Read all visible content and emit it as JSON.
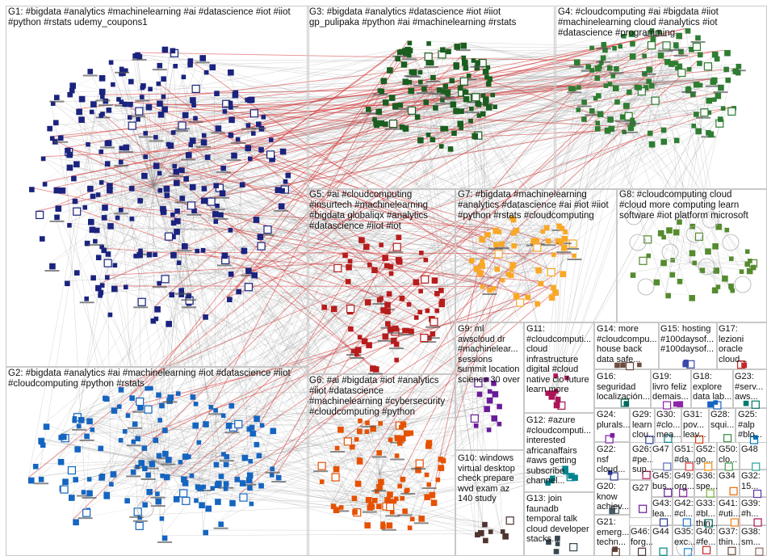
{
  "groups": [
    {
      "id": "G1",
      "label": "G1: #bigdata #analytics #machinelearning #ai #datascience #iot #iiot\n#python #rstats udemy_coupons1",
      "color": "#1a237e"
    },
    {
      "id": "G2",
      "label": "G2: #bigdata #analytics #ai #machinelearning #iot #datascience #iiot\n#cloudcomputing #python #rstats",
      "color": "#1565c0"
    },
    {
      "id": "G3",
      "label": "G3: #bigdata #analytics #datascience #iot #iiot\ngp_pulipaka #python #ai #machinelearning #rstats",
      "color": "#1b5e20"
    },
    {
      "id": "G4",
      "label": "G4: #cloudcomputing #ai #bigdata #iiot\n#machinelearning cloud #analytics #iot\n#datascience #programming",
      "color": "#2e7d32"
    },
    {
      "id": "G5",
      "label": "G5: #ai #cloudcomputing\n#insurtech #machinelearning\n#bigdata globaliqx #analytics\n#datascience #iiot #iot",
      "color": "#b71c1c"
    },
    {
      "id": "G6",
      "label": "G6: #ai #bigdata #iot #analytics\n#iiot #datascience\n#machinelearning #cybersecurity\n#cloudcomputing #python",
      "color": "#e65100"
    },
    {
      "id": "G7",
      "label": "G7: #bigdata #machinelearning\n#analytics #datascience #ai #iot #iiot\n#python #rstats #cloudcomputing",
      "color": "#f9a825"
    },
    {
      "id": "G8",
      "label": "G8: #cloudcomputing cloud\n#cloud more computing learn\nsoftware #iot platform microsoft",
      "color": "#558b2f"
    },
    {
      "id": "G9",
      "label": "G9: ml\nawscloud dr\n#machinelear...\nsessions\nsummit location\nscience 30 over",
      "color": "#6a1b9a"
    },
    {
      "id": "G10",
      "label": "G10: windows\nvirtual desktop\ncheck prepare\nwvd exam az\n140 study",
      "color": "#4e342e"
    },
    {
      "id": "G11",
      "label": "G11:\n#cloudcomputi...\ncloud\ninfrastructure\ndigital #cloud\nnative cio future\nlearn more",
      "color": "#ad1457"
    },
    {
      "id": "G12",
      "label": "G12: #azure\n#cloudcomputi...\ninterested\nafricanaffairs\n#aws getting\nsubscribe\nchannel...",
      "color": "#00838f"
    },
    {
      "id": "G13",
      "label": "G13: join\nfaunadb\ntemporal talk\ncloud developer\nstacks...",
      "color": "#37474f"
    },
    {
      "id": "G14",
      "label": "G14: more\n#cloudcompu...\nhouse back\ndata safe...",
      "color": "#6d4c41"
    },
    {
      "id": "G15",
      "label": "G15: hosting\n#100daysof...\n#100daysof...",
      "color": "#3949ab"
    },
    {
      "id": "G16",
      "label": "G16:\nseguridad\nlocalización...",
      "color": "#00695c"
    },
    {
      "id": "G17",
      "label": "G17:\nlezioni\noracle\ncloud...",
      "color": "#c62828"
    },
    {
      "id": "G18",
      "label": "G18:\nexplore\ndata lab...",
      "color": "#1565c0"
    },
    {
      "id": "G19",
      "label": "G19:\nlivro feliz\ndemais...",
      "color": "#8e24aa"
    },
    {
      "id": "G20",
      "label": "G20:\nknow\nachiev...",
      "color": "#455a64"
    },
    {
      "id": "G21",
      "label": "G21:\nemerg...\ntechn...",
      "color": "#5d4037"
    },
    {
      "id": "G22",
      "label": "G22:\nnsf\ncloud...",
      "color": "#283593"
    },
    {
      "id": "G23",
      "label": "G23:\n#serv...\naws...",
      "color": "#00796b"
    },
    {
      "id": "G24",
      "label": "G24:\nplurals...",
      "color": "#7b1fa2"
    },
    {
      "id": "G25",
      "label": "G25:\n#alp\n#blo...",
      "color": "#0277bd"
    },
    {
      "id": "G26",
      "label": "G26:\n#pe...\nsup...",
      "color": "#c2185b"
    },
    {
      "id": "G27",
      "label": "G27",
      "color": "#6a1b9a"
    },
    {
      "id": "G28",
      "label": "G28:\nsqui...",
      "color": "#388e3c"
    },
    {
      "id": "G29",
      "label": "G29:\nlearn\nclou...",
      "color": "#303f9f"
    },
    {
      "id": "G30",
      "label": "G30:\n#clo...\nmea...",
      "color": "#00838f"
    },
    {
      "id": "G31",
      "label": "G31:\npov...\nleav...",
      "color": "#d84315"
    },
    {
      "id": "G32",
      "label": "G32:\n15...",
      "color": "#5e35b1"
    },
    {
      "id": "G33",
      "label": "G33:\n#bl...\nthin...",
      "color": "#00695c"
    },
    {
      "id": "G34",
      "label": "G34",
      "color": "#ef6c00"
    },
    {
      "id": "G35",
      "label": "G35:\nexc...",
      "color": "#1e88e5"
    },
    {
      "id": "G36",
      "label": "G36:\nspe...",
      "color": "#7cb342"
    },
    {
      "id": "G37",
      "label": "G37:\nthin...",
      "color": "#6d4c41"
    },
    {
      "id": "G38",
      "label": "G38:\nsm...",
      "color": "#8d6e63"
    },
    {
      "id": "G39",
      "label": "G39:\n#h...",
      "color": "#ad1457"
    },
    {
      "id": "G40",
      "label": "G40:\n#fe...",
      "color": "#c62828"
    },
    {
      "id": "G41",
      "label": "G41:\n#uti...",
      "color": "#f57f17"
    },
    {
      "id": "G42",
      "label": "G42:\n#cl...",
      "color": "#1976d2"
    },
    {
      "id": "G43",
      "label": "G43:\nlea...",
      "color": "#283593"
    },
    {
      "id": "G44",
      "label": "G44",
      "color": "#00897b"
    },
    {
      "id": "G45",
      "label": "G45:\nbus...",
      "color": "#6a1b9a"
    },
    {
      "id": "G46",
      "label": "G46:\nforg...",
      "color": "#4e342e"
    },
    {
      "id": "G47",
      "label": "G47",
      "color": "#5c6bc0"
    },
    {
      "id": "G48",
      "label": "G48",
      "color": "#26a69a"
    },
    {
      "id": "G49",
      "label": "G49:\norg...",
      "color": "#8e24aa"
    },
    {
      "id": "G50",
      "label": "G50:\nclo...",
      "color": "#43a047"
    },
    {
      "id": "G51",
      "label": "G51:\n#da...",
      "color": "#e53935"
    },
    {
      "id": "G52",
      "label": "G52:\ngo...",
      "color": "#fb8c00"
    }
  ]
}
